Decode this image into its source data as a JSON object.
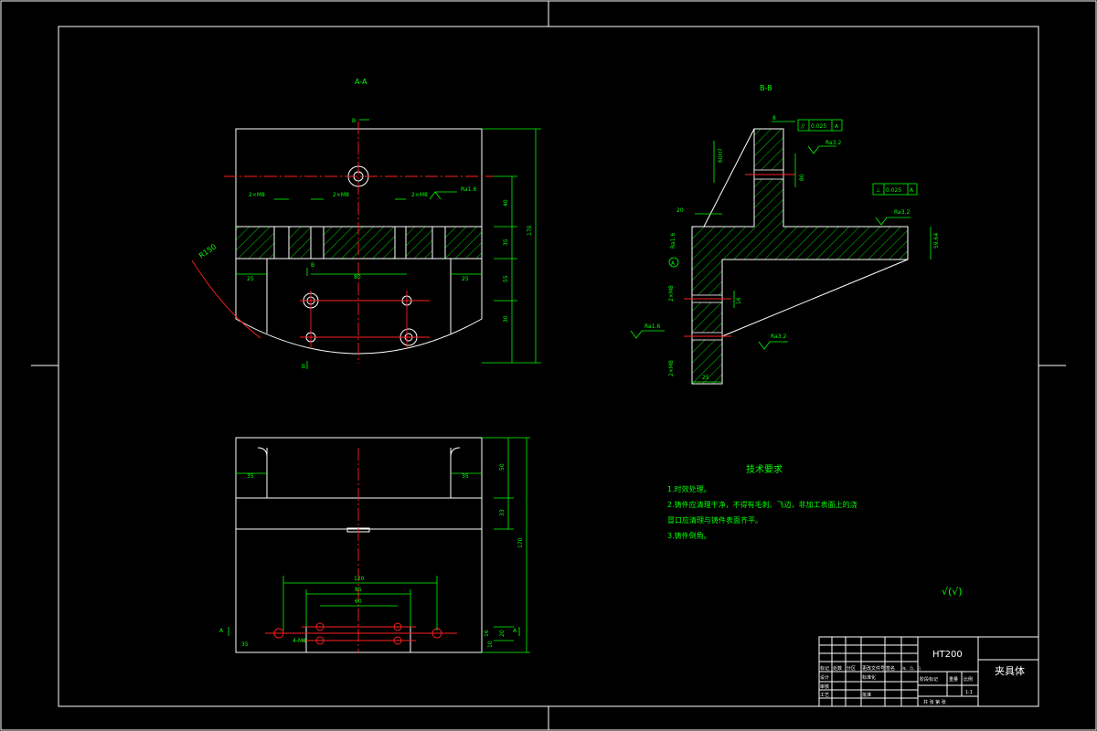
{
  "views": {
    "section_aa": {
      "label": "A-A"
    },
    "section_bb": {
      "label": "B-B"
    }
  },
  "dimensions": {
    "aa": {
      "slot1": "2×M8",
      "slot2": "2×M8",
      "slot3": "2×M8",
      "rough1": "Ra1.6",
      "radius": "R150",
      "left_25": "25",
      "right_25": "25",
      "hole_spacing": "80",
      "d40": "40",
      "d35": "35",
      "d55": "55",
      "d30": "30",
      "overall": "170",
      "cut_b_top": "B",
      "cut_b_bottom": "B"
    },
    "bb": {
      "d8": "8",
      "tol1": "0.025",
      "datum1": "A",
      "rough_top": "Ra3.2",
      "v_hole": "60H7",
      "d80": "80",
      "tol2": "0.025",
      "datum2": "A",
      "rough_right": "Ra3.2",
      "height_right": "59.64",
      "rough_left": "Ra1.6",
      "d20": "20",
      "datum_a": "A",
      "holes1": "2×M8",
      "d16": "16",
      "rough_bottom": "Ra1.6",
      "rough_slope": "Ra3.2",
      "holes2": "2×M8",
      "width_25": "25"
    },
    "bottom": {
      "left_35": "35",
      "right_35": "35",
      "d50": "50",
      "d33": "33",
      "overall": "170",
      "d120": "120",
      "d85": "85",
      "d60": "60",
      "d20": "20",
      "d16": "16",
      "d10": "10",
      "hole_note": "4-M8",
      "left_small": "35",
      "view_a": "A"
    }
  },
  "tech_requirements": {
    "title": "技术要求",
    "items": [
      "1.时效处理。",
      "2.铸件应清理干净，不得有毛刺、飞边，非加工表面上的浇",
      "冒口应清理与铸件表面齐平。",
      "3.铸件倒角。"
    ]
  },
  "surface_mark": "√(√)",
  "title_block": {
    "material": "HT200",
    "part_name": "夹具体",
    "row_labels": {
      "mark": "标记",
      "count": "处数",
      "zone": "分区",
      "change_doc": "更改文件号",
      "sign": "签名",
      "date": "年、月、日",
      "design": "设计",
      "standard": "标准化",
      "review": "审核",
      "craft": "工艺",
      "approve": "批准",
      "stage_mark": "阶段标记",
      "weight": "重量",
      "scale": "比例",
      "scale_value": "1:1",
      "sheets": "共 张 第 张"
    }
  }
}
